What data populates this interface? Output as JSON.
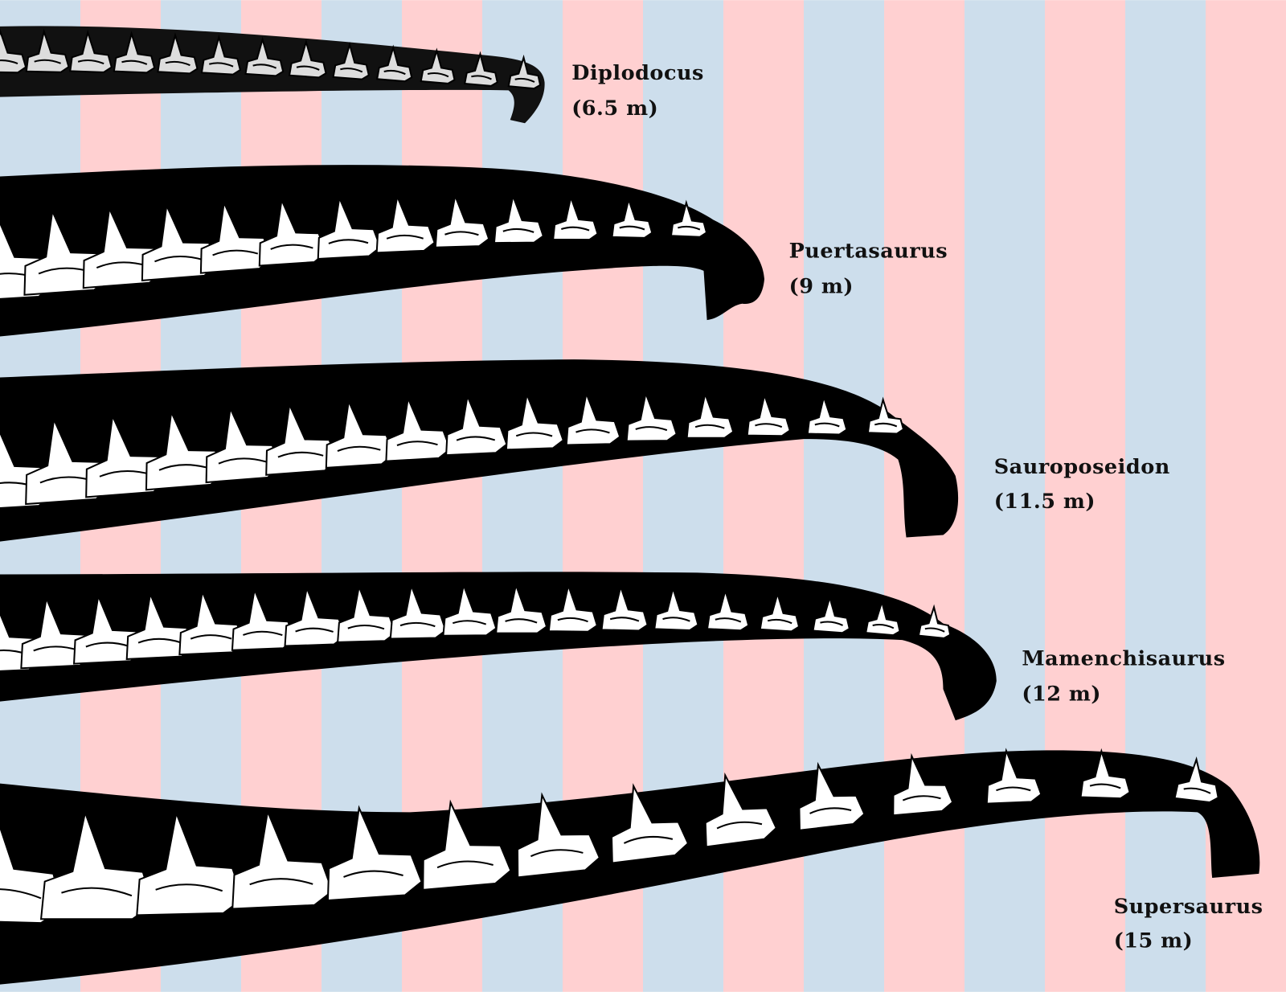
{
  "colors": {
    "stripe_blue": "#cddeec",
    "stripe_pink": "#ffd0d1",
    "neck_fill": "#000000",
    "bone_fill": "#ffffff"
  },
  "necks": [
    {
      "name": "Diplodocus",
      "length": "(6.5 m)"
    },
    {
      "name": "Puertasaurus",
      "length": "(9 m)"
    },
    {
      "name": "Sauroposeidon",
      "length": "(11.5 m)"
    },
    {
      "name": "Mamenchisaurus",
      "length": "(12 m)"
    },
    {
      "name": "Supersaurus",
      "length": "(15  m)"
    }
  ]
}
